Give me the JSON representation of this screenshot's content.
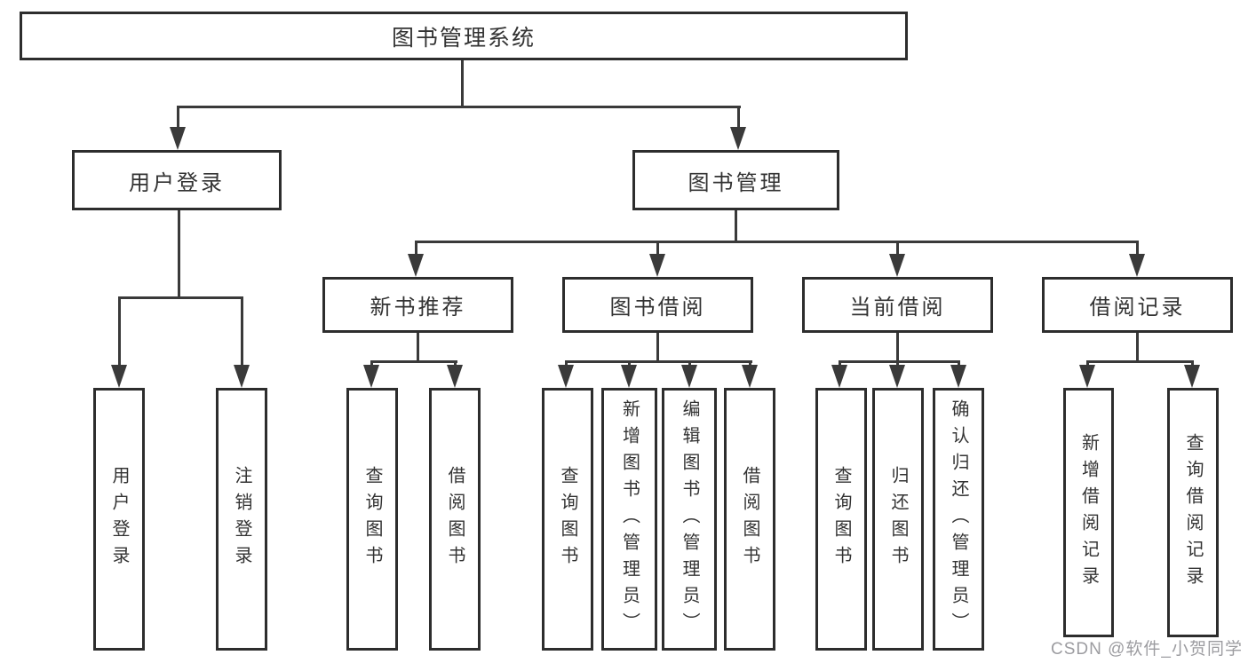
{
  "diagram": {
    "root": {
      "label": "图书管理系统"
    },
    "level2": [
      {
        "label": "用户登录",
        "parent": "图书管理系统"
      },
      {
        "label": "图书管理",
        "parent": "图书管理系统"
      }
    ],
    "level3": [
      {
        "label": "新书推荐",
        "parent": "图书管理"
      },
      {
        "label": "图书借阅",
        "parent": "图书管理"
      },
      {
        "label": "当前借阅",
        "parent": "图书管理"
      },
      {
        "label": "借阅记录",
        "parent": "图书管理"
      }
    ],
    "leaves": [
      {
        "label": "用户登录",
        "parent": "用户登录"
      },
      {
        "label": "注销登录",
        "parent": "用户登录"
      },
      {
        "label": "查询图书",
        "parent": "新书推荐"
      },
      {
        "label": "借阅图书",
        "parent": "新书推荐"
      },
      {
        "label": "查询图书",
        "parent": "图书借阅"
      },
      {
        "label": "新增图书（管理员）",
        "parent": "图书借阅"
      },
      {
        "label": "编辑图书（管理员）",
        "parent": "图书借阅"
      },
      {
        "label": "借阅图书",
        "parent": "图书借阅"
      },
      {
        "label": "查询图书",
        "parent": "当前借阅"
      },
      {
        "label": "归还图书",
        "parent": "当前借阅"
      },
      {
        "label": "确认归还（管理员）",
        "parent": "当前借阅"
      },
      {
        "label": "新增借阅记录",
        "parent": "借阅记录"
      },
      {
        "label": "查询借阅记录",
        "parent": "借阅记录"
      }
    ]
  },
  "watermark": {
    "text": "CSDN @软件_小贺同学"
  },
  "colors": {
    "line": "#3a3a3a",
    "box_border": "#2d2d2d",
    "text": "#333333",
    "watermark": "#9c9ca0",
    "background": "#ffffff"
  }
}
